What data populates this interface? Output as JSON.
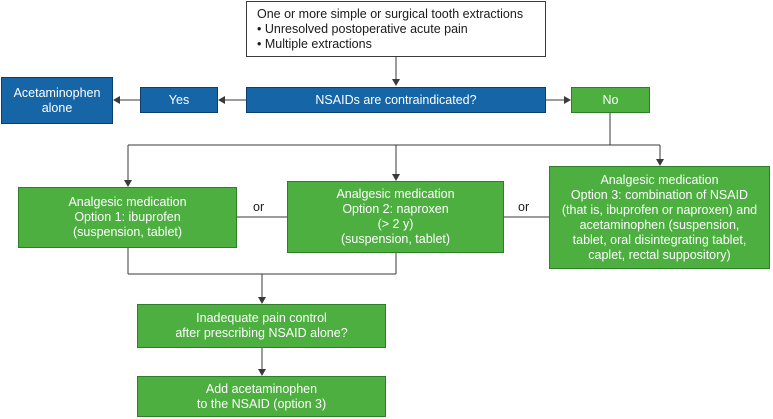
{
  "start_box": {
    "line1": "One or more simple or surgical tooth extractions",
    "line2": "• Unresolved postoperative acute pain",
    "line3": "• Multiple extractions"
  },
  "decision_box": {
    "label": "NSAIDs are contraindicated?"
  },
  "yes_box": {
    "label": "Yes"
  },
  "no_box": {
    "label": "No"
  },
  "acetaminophen_box": {
    "line1": "Acetaminophen",
    "line2": "alone"
  },
  "option1_box": {
    "line1": "Analgesic medication",
    "line2": "Option 1: ibuprofen",
    "line3": "(suspension, tablet)"
  },
  "option2_box": {
    "line1": "Analgesic medication",
    "line2": "Option 2: naproxen",
    "line3": "(> 2 y)",
    "line4": "(suspension, tablet)"
  },
  "option3_box": {
    "line1": "Analgesic medication",
    "line2": "Option 3: combination of NSAID",
    "line3": "(that is, ibuprofen or naproxen) and",
    "line4": "acetaminophen (suspension,",
    "line5": "tablet, oral disintegrating tablet,",
    "line6": "caplet, rectal suppository)"
  },
  "or_labels": {
    "or1": "or",
    "or2": "or"
  },
  "inadequate_box": {
    "line1": "Inadequate pain control",
    "line2": "after prescribing NSAID alone?"
  },
  "add_box": {
    "line1": "Add acetaminophen",
    "line2": "to the NSAID (option 3)"
  },
  "colors": {
    "blue": "#1565a7",
    "green": "#4caf3f",
    "line": "#3a3a3a"
  }
}
